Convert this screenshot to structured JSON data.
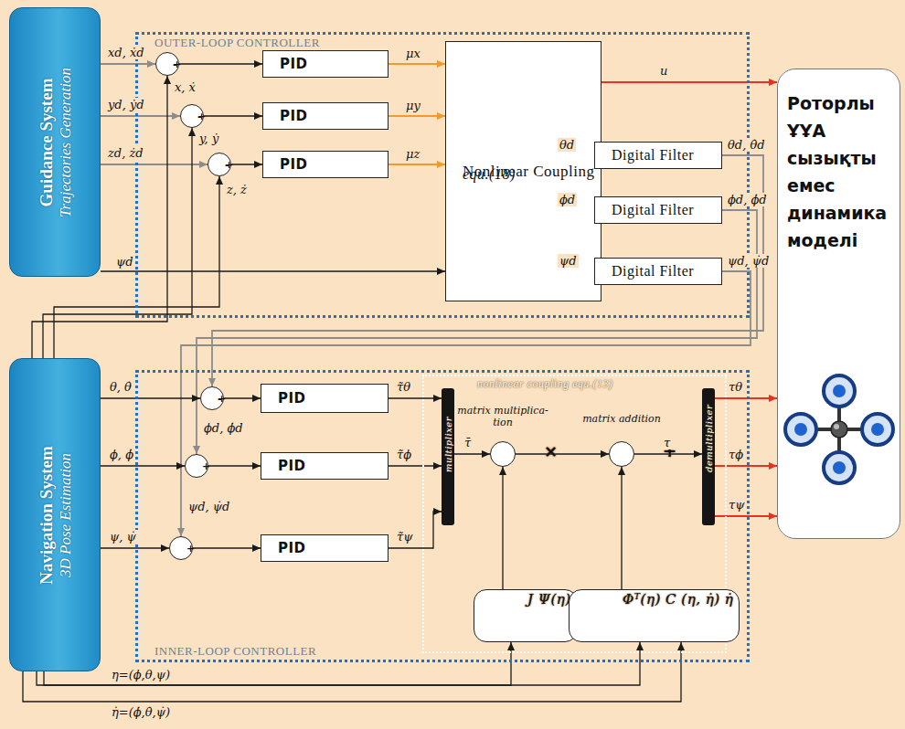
{
  "diagram": {
    "nodes": [
      {
        "text": [
          "Guidance System",
          "Trajectories Generation"
        ]
      },
      {
        "text": [
          "OUTER-LOOP CONTROLLER"
        ]
      },
      {
        "text": [
          "-",
          "+"
        ],
        "in": 1
      },
      {
        "text": [
          "PID"
        ],
        "in": 1
      },
      {
        "text": [
          "-",
          "+"
        ],
        "in": 1
      },
      {
        "text": [
          "PID"
        ],
        "in": 1
      },
      {
        "text": [
          "-",
          "+"
        ],
        "in": 1
      },
      {
        "text": [
          "PID"
        ],
        "in": 1
      },
      {
        "text": [
          "Nonlinear Coupling",
          "equ.(18)"
        ],
        "in": 1
      },
      {
        "text": [
          "Digital Filter"
        ],
        "in": 1
      },
      {
        "text": [
          "Digital Filter"
        ],
        "in": 1
      },
      {
        "text": [
          "Digital Filter"
        ],
        "in": 1
      },
      {
        "text": [
          "Роторлы ҰҰА сызықты емес динамика моделі"
        ]
      },
      {
        "text": [
          "Navigation System",
          "3D Pose Estimation"
        ]
      },
      {
        "text": [
          "INNER-LOOP CONTROLLER"
        ]
      },
      {
        "text": [
          "+",
          "-"
        ],
        "in": 14
      },
      {
        "text": [
          "PID"
        ],
        "in": 14
      },
      {
        "text": [
          "+"
        ],
        "in": 14
      },
      {
        "text": [
          "PID"
        ],
        "in": 14
      },
      {
        "text": [
          "+"
        ],
        "in": 14
      },
      {
        "text": [
          "PID"
        ],
        "in": 14
      },
      {
        "text": [
          "nonlinear coupling equ.(13)"
        ],
        "in": 14
      },
      {
        "text": [
          "multiplixer"
        ],
        "in": 21
      },
      {
        "text": [
          "×"
        ],
        "in": 21
      },
      {
        "text": [
          "+"
        ],
        "in": 21
      },
      {
        "text": [
          "demultiplixer"
        ],
        "in": 21
      },
      {
        "text": [
          "J Ψ(η)"
        ],
        "in": 21
      },
      {
        "text": [
          "Φᵀ(η) C (η, η̇) η̇"
        ],
        "in": 21
      }
    ],
    "edges": [
      {
        "from": 0,
        "to": 2,
        "arrow": "to",
        "label": "xd, ẋd"
      },
      {
        "from": 0,
        "to": 4,
        "arrow": "to",
        "label": "yd, ẏd"
      },
      {
        "from": 0,
        "to": 6,
        "arrow": "to",
        "label": "zd, żd"
      },
      {
        "from": 13,
        "to": 2,
        "arrow": "to",
        "label": "x, ẋ"
      },
      {
        "from": 13,
        "to": 4,
        "arrow": "to",
        "label": "y, ẏ"
      },
      {
        "from": 13,
        "to": 6,
        "arrow": "to",
        "label": "z, ż"
      },
      {
        "from": 2,
        "to": 3,
        "arrow": "to"
      },
      {
        "from": 4,
        "to": 5,
        "arrow": "to"
      },
      {
        "from": 6,
        "to": 7,
        "arrow": "to"
      },
      {
        "from": 3,
        "to": 8,
        "arrow": "to",
        "label": "μx"
      },
      {
        "from": 5,
        "to": 8,
        "arrow": "to",
        "label": "μy"
      },
      {
        "from": 7,
        "to": 8,
        "arrow": "to",
        "label": "μz"
      },
      {
        "from": 0,
        "to": 8,
        "arrow": "to",
        "label": "ψd"
      },
      {
        "from": 8,
        "to": 12,
        "arrow": "to",
        "label": "u"
      },
      {
        "from": 8,
        "to": 9,
        "arrow": "to",
        "label": "θd"
      },
      {
        "from": 8,
        "to": 10,
        "arrow": "to",
        "label": "ϕd"
      },
      {
        "from": 8,
        "to": 11,
        "arrow": "to",
        "label": "ψd"
      },
      {
        "from": 9,
        "to": 15,
        "arrow": "to",
        "label": "θd, θ̇d"
      },
      {
        "from": 10,
        "to": 17,
        "arrow": "to",
        "label": "ϕd, ϕ̇d"
      },
      {
        "from": 11,
        "to": 19,
        "arrow": "to",
        "label": "ψd, ψ̇d"
      },
      {
        "from": 13,
        "to": 15,
        "arrow": "to",
        "label": "θ, θ̇"
      },
      {
        "from": 13,
        "to": 17,
        "arrow": "to",
        "label": "ϕ, ϕ̇"
      },
      {
        "from": 13,
        "to": 19,
        "arrow": "to",
        "label": "ψ, ψ̇"
      },
      {
        "from": 15,
        "to": 16,
        "arrow": "to"
      },
      {
        "from": 17,
        "to": 18,
        "arrow": "to"
      },
      {
        "from": 19,
        "to": 20,
        "arrow": "to"
      },
      {
        "from": 16,
        "to": 22,
        "arrow": "to",
        "label": "τ̃θ"
      },
      {
        "from": 18,
        "to": 22,
        "arrow": "to",
        "label": "τ̃ϕ"
      },
      {
        "from": 20,
        "to": 22,
        "arrow": "to",
        "label": "τ̃ψ"
      },
      {
        "from": 22,
        "to": 23,
        "arrow": "to",
        "label": "τ̄"
      },
      {
        "from": 23,
        "to": 24,
        "arrow": "to"
      },
      {
        "from": 24,
        "to": 25,
        "arrow": "to",
        "label": "τ"
      },
      {
        "from": 26,
        "to": 23,
        "arrow": "to"
      },
      {
        "from": 27,
        "to": 24,
        "arrow": "to"
      },
      {
        "from": 13,
        "to": 26,
        "arrow": "to",
        "label": "η=(ϕ,θ,ψ)"
      },
      {
        "from": 13,
        "to": 27,
        "arrow": "to"
      },
      {
        "from": 13,
        "to": 27,
        "arrow": "to",
        "label": "η̇=(ϕ̇,θ̇,ψ̇)"
      },
      {
        "from": 25,
        "to": 12,
        "arrow": "to",
        "label": "τθ"
      },
      {
        "from": 25,
        "to": 12,
        "arrow": "to",
        "label": "τϕ"
      },
      {
        "from": 25,
        "to": 12,
        "arrow": "to",
        "label": "τψ"
      }
    ],
    "labels": [
      "matrix multiplica- tion",
      "matrix addition",
      "ϕd, ϕ̇d",
      "ψd, ψ̇d"
    ]
  }
}
